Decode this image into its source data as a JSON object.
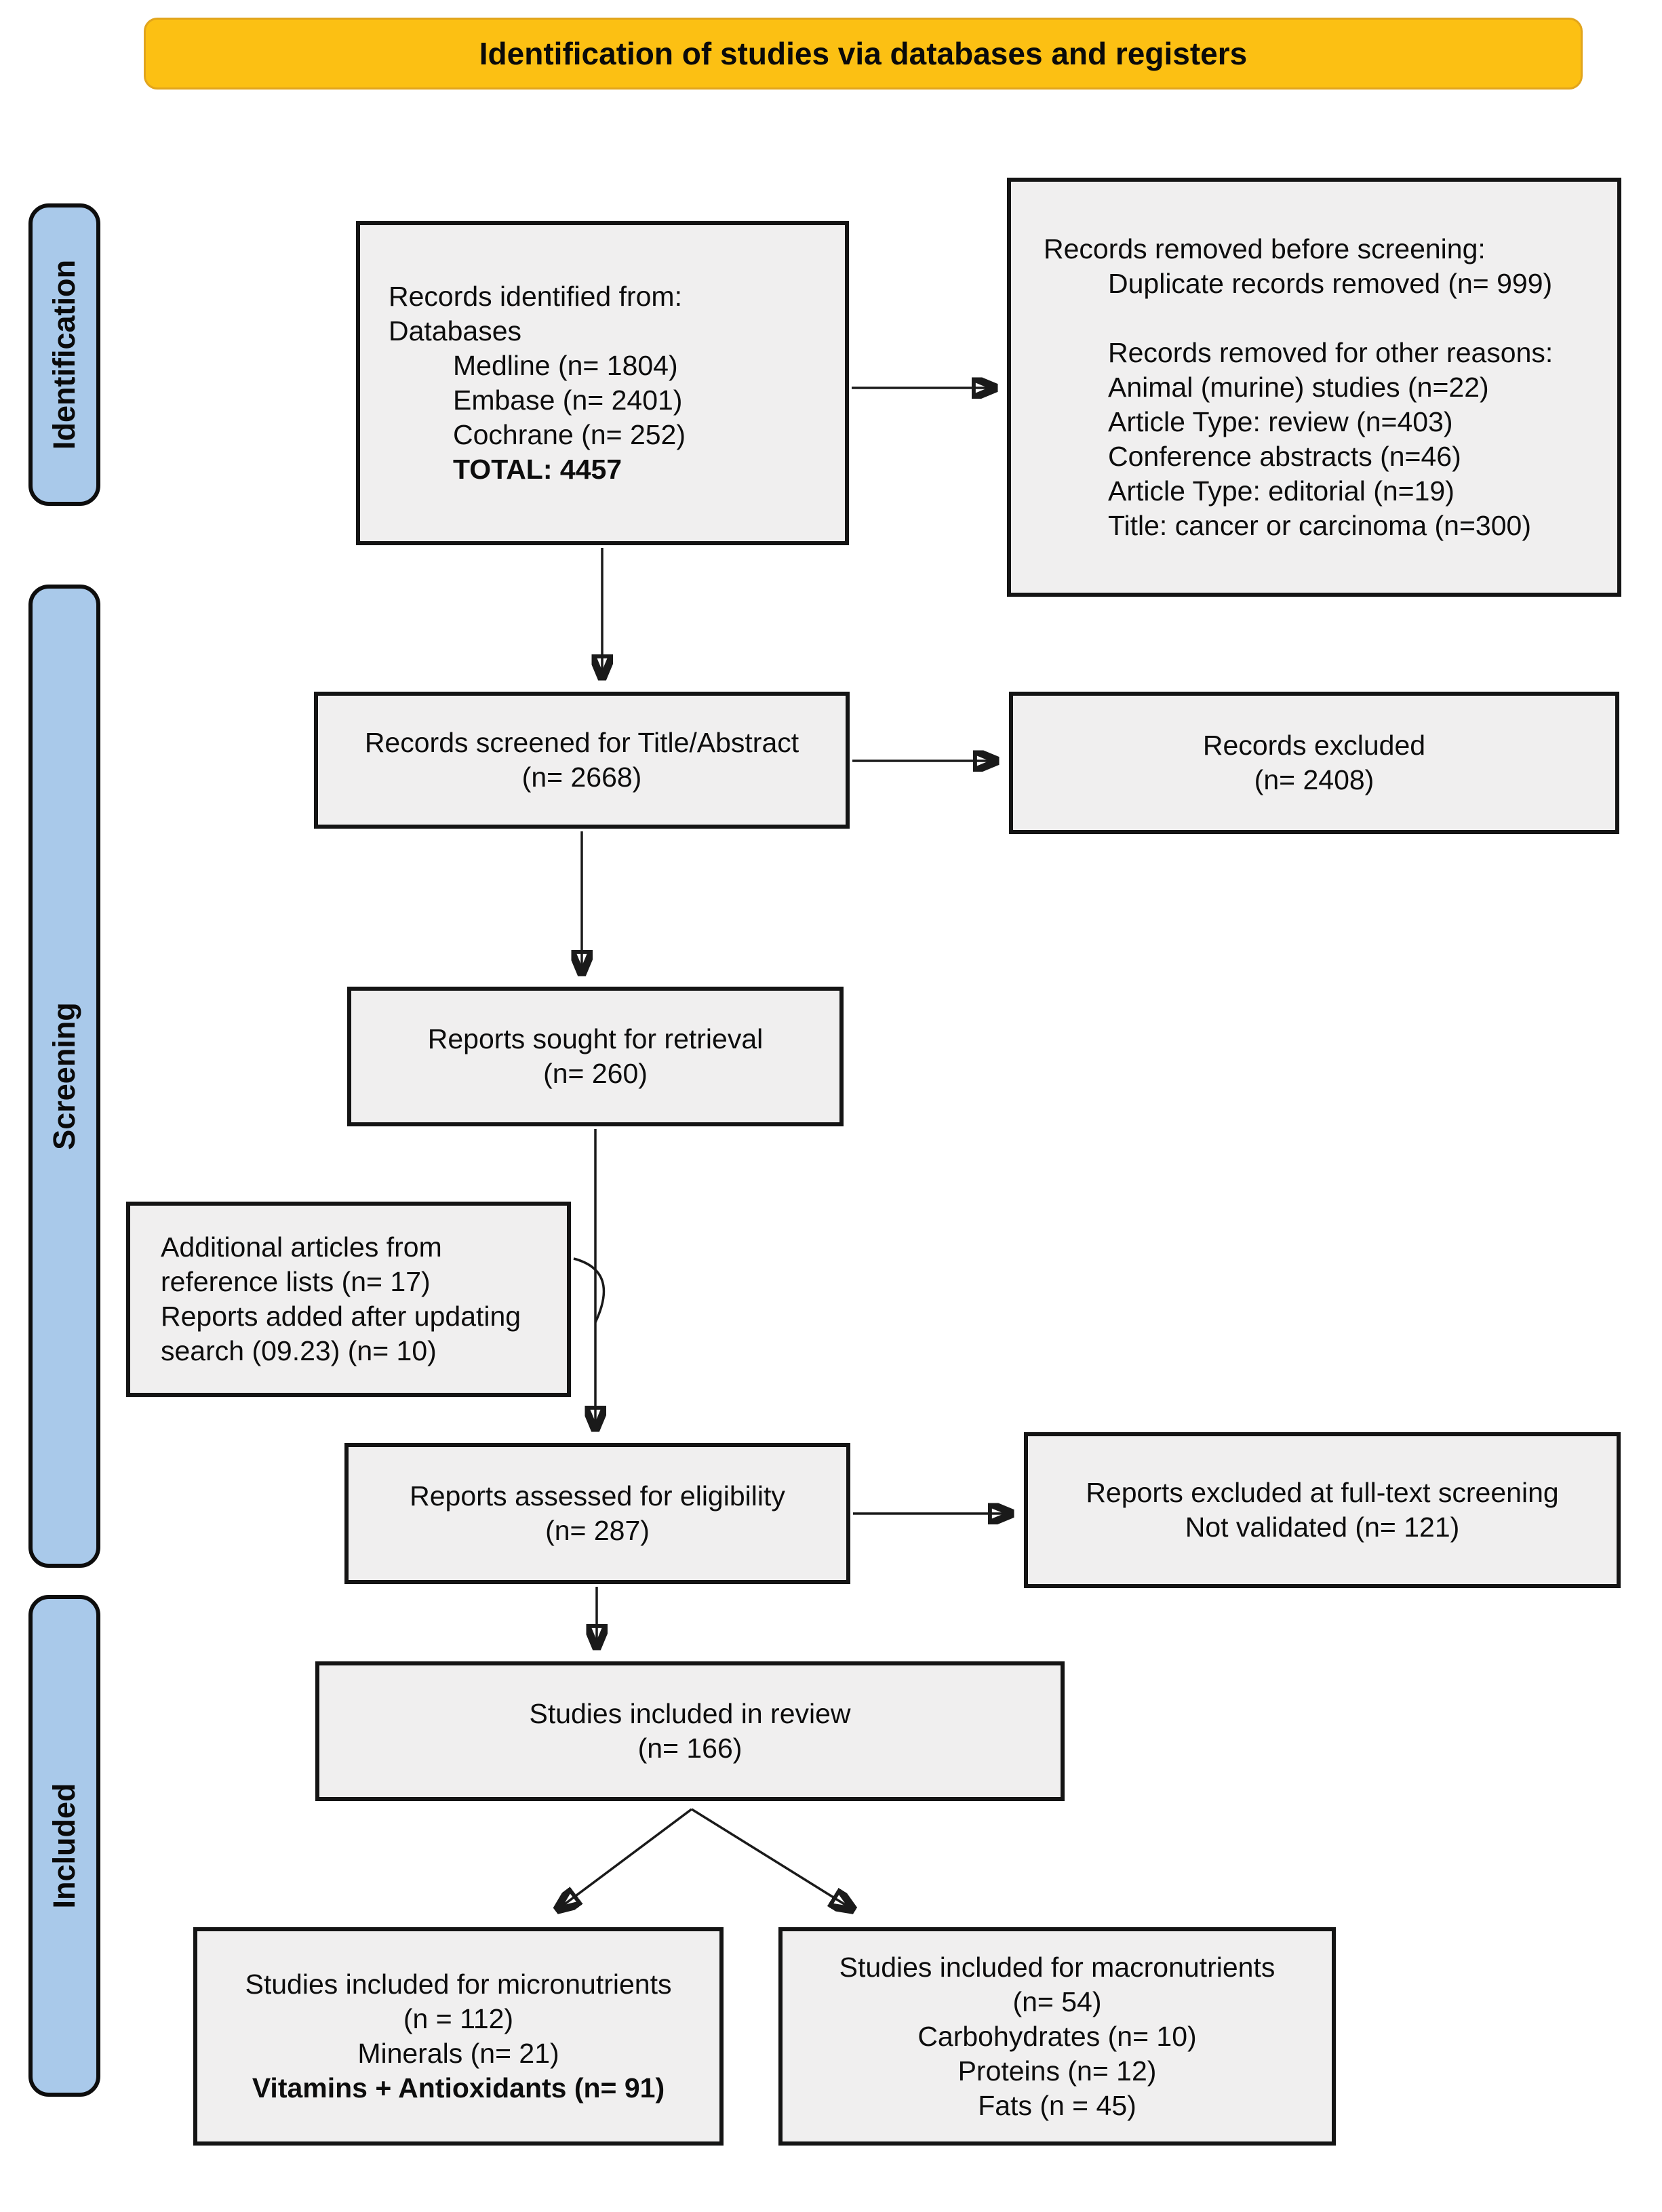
{
  "banner": {
    "title": "Identification of studies via databases and registers"
  },
  "colors": {
    "banner_bg": "#FCC013",
    "banner_border": "#E2A51C",
    "stage_bar_bg": "#A9C9EA",
    "box_bg": "#F0EFEF",
    "border": "#141414"
  },
  "sidebar": {
    "identification": "Identification",
    "screening": "Screening",
    "included": "Included"
  },
  "flow": {
    "records_identified": {
      "lines": [
        "Records identified from:",
        "Databases",
        "Medline (n= 1804)",
        "Embase (n= 2401)",
        "Cochrane (n= 252)",
        "TOTAL: 4457"
      ]
    },
    "records_removed": {
      "lines": [
        "Records removed before screening:",
        "Duplicate records removed (n= 999)",
        "",
        "Records removed for other reasons:",
        "Animal (murine) studies (n=22)",
        "Article Type: review (n=403)",
        "Conference abstracts (n=46)",
        "Article Type: editorial (n=19)",
        "Title: cancer or carcinoma (n=300)"
      ]
    },
    "records_screened": {
      "lines": [
        "Records screened for Title/Abstract",
        "(n= 2668)"
      ]
    },
    "records_excluded": {
      "lines": [
        "Records excluded",
        "(n= 2408)"
      ]
    },
    "reports_sought": {
      "lines": [
        "Reports sought for retrieval",
        "(n= 260)"
      ]
    },
    "additional_articles": {
      "lines": [
        "Additional articles from",
        "reference lists (n= 17)",
        "Reports added after updating",
        "search (09.23) (n= 10)"
      ]
    },
    "reports_assessed": {
      "lines": [
        "Reports assessed for eligibility",
        "(n= 287)"
      ]
    },
    "reports_excluded_fulltext": {
      "lines": [
        "Reports excluded at full-text screening",
        "Not validated (n= 121)"
      ]
    },
    "studies_included": {
      "lines": [
        "Studies included in review",
        "(n= 166)"
      ]
    },
    "micronutrients": {
      "lines": [
        "Studies included for micronutrients",
        "(n = 112)",
        "Minerals (n= 21)",
        "Vitamins + Antioxidants (n= 91)"
      ]
    },
    "macronutrients": {
      "lines": [
        "Studies included for macronutrients",
        "(n= 54)",
        "Carbohydrates (n= 10)",
        "Proteins (n= 12)",
        "Fats (n = 45)"
      ]
    }
  }
}
